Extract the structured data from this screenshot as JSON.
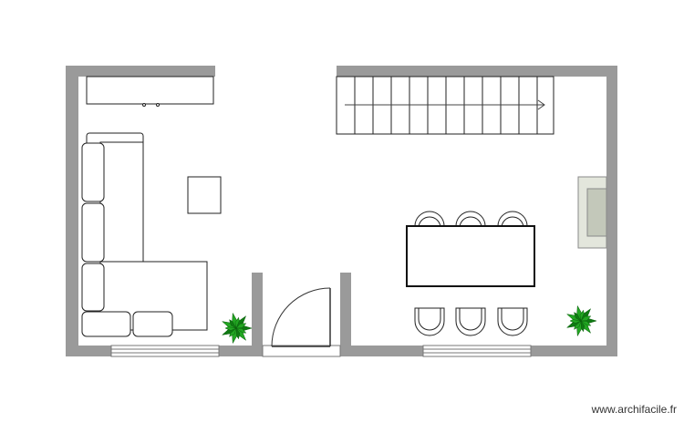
{
  "watermark": "www.archifacile.fr",
  "colors": {
    "wall": "#9a9a9a",
    "background": "#ffffff",
    "furniture_stroke": "#222222",
    "plant": "#1e9a1e",
    "fireplace": "#cfd3c8"
  },
  "rooms": [
    "living-area",
    "dining-area"
  ],
  "furniture": [
    "tv-unit",
    "l-shaped-sofa",
    "coffee-table",
    "staircase",
    "dining-table",
    "dining-chair",
    "fireplace",
    "plant",
    "door",
    "window"
  ]
}
